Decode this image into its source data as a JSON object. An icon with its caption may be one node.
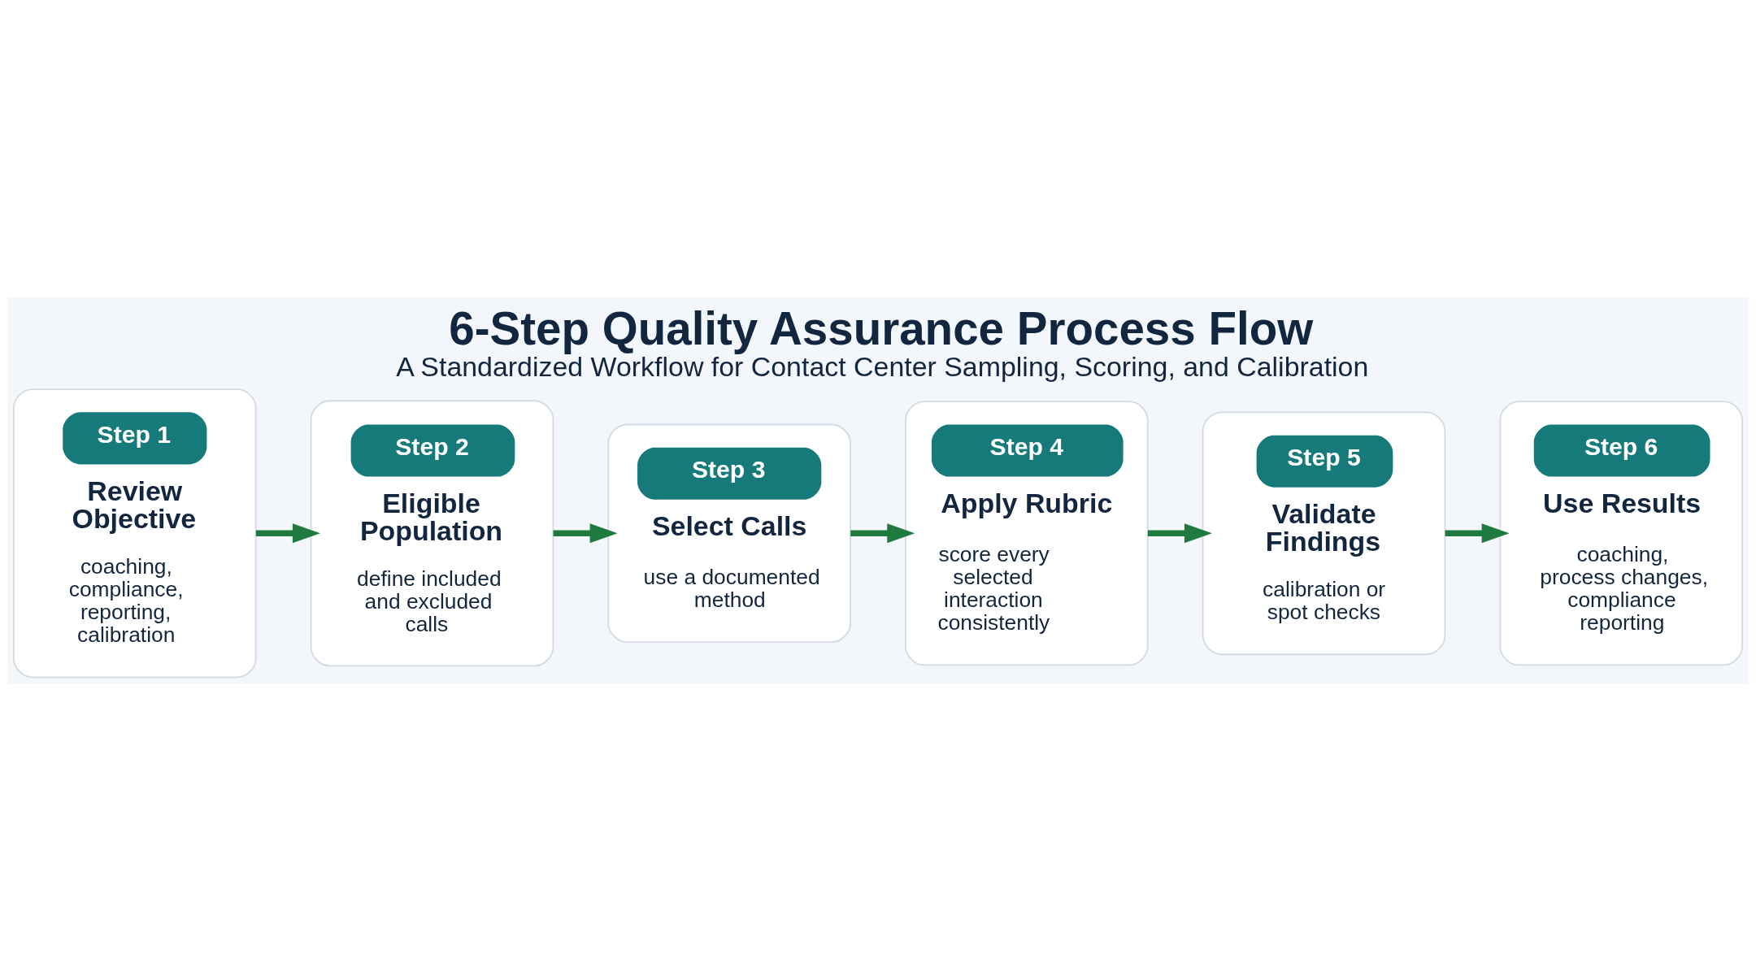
{
  "diagram": {
    "title": "6-Step Quality Assurance Process Flow",
    "caption": "A Standardized Workflow for Contact Center Sampling, Scoring, and Calibration",
    "nodes": [
      {
        "text": [
          "Step 1",
          "Review Objective",
          "coaching, compliance, reporting, calibration"
        ]
      },
      {
        "text": [
          "Step 2",
          "Eligible Population",
          "define included and excluded calls"
        ]
      },
      {
        "text": [
          "Step 3",
          "Select Calls",
          "use a documented method"
        ]
      },
      {
        "text": [
          "Step 4",
          "Apply Rubric",
          "score every selected interaction consistently"
        ]
      },
      {
        "text": [
          "Step 5",
          "Validate Findings",
          "calibration or spot checks"
        ]
      },
      {
        "text": [
          "Step 6",
          "Use Results",
          "coaching, process changes, compliance reporting"
        ]
      }
    ],
    "edges": [
      {
        "from": 0,
        "to": 1,
        "arrow": "to"
      },
      {
        "from": 1,
        "to": 2,
        "arrow": "to"
      },
      {
        "from": 2,
        "to": 3,
        "arrow": "to"
      },
      {
        "from": 3,
        "to": 4,
        "arrow": "to"
      },
      {
        "from": 4,
        "to": 5,
        "arrow": "to"
      }
    ]
  }
}
